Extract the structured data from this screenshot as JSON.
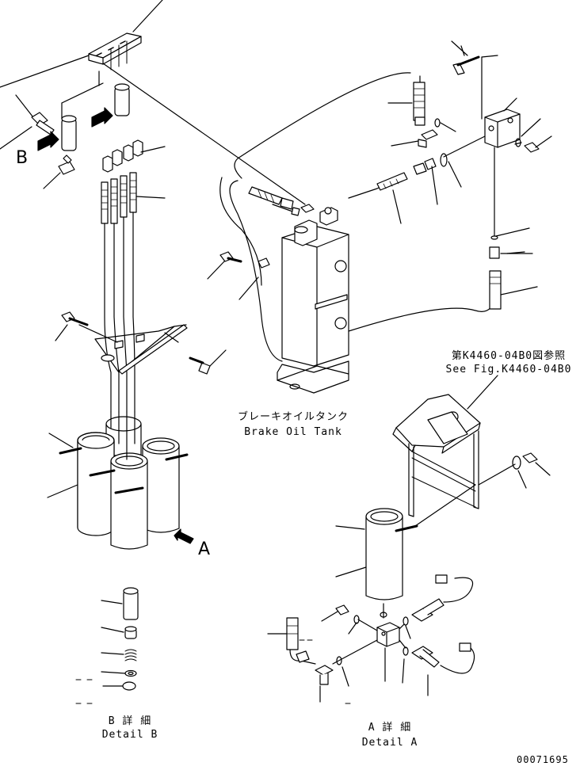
{
  "brake_tank": {
    "label_jp": "ブレーキオイルタンク",
    "label_en": "Brake Oil Tank"
  },
  "reference": {
    "label_jp": "第K4460-04B0図参照",
    "label_en": "See Fig.K4460-04B0"
  },
  "detail_b": {
    "label_jp": "B 詳 細",
    "label_en": "Detail B"
  },
  "detail_a": {
    "label_jp": "A 詳 細",
    "label_en": "Detail A"
  },
  "view_markers": {
    "a": "A",
    "b": "B"
  },
  "drawing_number": "00071695",
  "colors": {
    "ink": "#000000",
    "paper": "#ffffff"
  }
}
